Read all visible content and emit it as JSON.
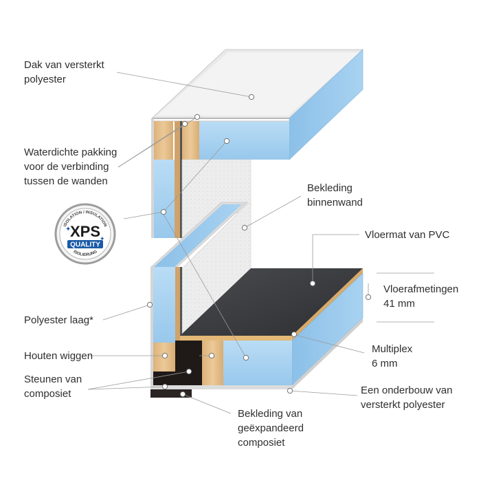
{
  "labels": {
    "roof": "Dak van versterkt\npolyester",
    "gasket": "Waterdichte pakking\nvoor de verbinding\ntussen de wanden",
    "inner_cladding": "Bekleding\nbinnenwand",
    "floor_mat": "Vloermat van PVC",
    "floor_dimensions": "Vloerafmetingen\n41 mm",
    "polyester_layer": "Polyester laag*",
    "wood_wedges": "Houten wiggen",
    "composite_supports": "Steunen van\ncomposiet",
    "multiplex": "Multiplex\n6 mm",
    "substructure": "Een onderbouw van\nversterkt polyester",
    "expanded_cladding": "Bekleding van\ngeëxpandeerd\ncomposiet"
  },
  "badge": {
    "top_text": "ISOLATION / INSULATION",
    "main_text": "XPS",
    "sub_text": "QUALITY",
    "bottom_text": "ISOLIERUNG"
  },
  "colors": {
    "insulation_blue": "#a9d3f0",
    "insulation_blue_dark": "#86bde6",
    "wood": "#e6c08c",
    "polyester_white": "#f1f1f1",
    "floor_mat": "#3c3d40",
    "composite_black": "#1f1a18",
    "leader_line": "#9a9a9a",
    "badge_blue": "#1a5aa6"
  }
}
